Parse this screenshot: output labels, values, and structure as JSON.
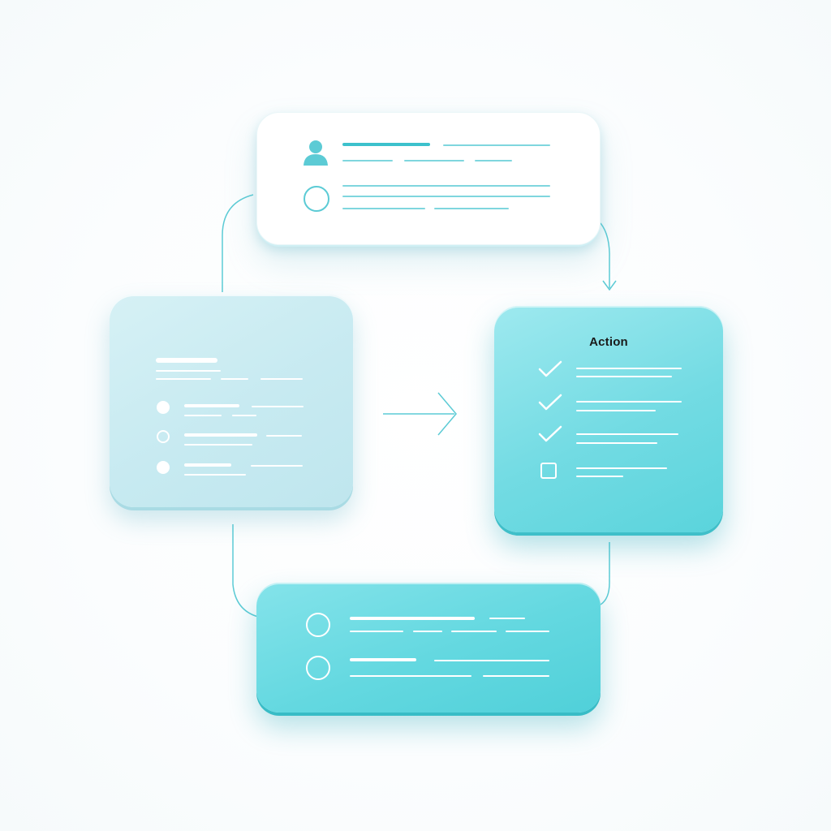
{
  "diagram": {
    "nodes": [
      {
        "id": "profile",
        "label": ""
      },
      {
        "id": "list",
        "label": ""
      },
      {
        "id": "action",
        "label": "Action"
      },
      {
        "id": "options",
        "label": ""
      }
    ],
    "edges": [
      {
        "from": "list",
        "to": "profile"
      },
      {
        "from": "profile",
        "to": "action"
      },
      {
        "from": "list",
        "to": "action"
      },
      {
        "from": "action",
        "to": "options"
      },
      {
        "from": "options",
        "to": "list"
      }
    ],
    "action_card": {
      "title": "Action",
      "items": [
        {
          "state": "checked"
        },
        {
          "state": "checked"
        },
        {
          "state": "checked"
        },
        {
          "state": "unchecked"
        }
      ]
    }
  },
  "colors": {
    "accent": "#3cc1cc",
    "connector": "#5ccbd5",
    "card_light": "#c7eaf1",
    "card_teal": "#72dbe3",
    "card_bottom": "#63d8e0",
    "text": "#1a1a1a"
  },
  "icons": {
    "profile": "user-avatar-icon",
    "radio": "radio-circle-icon",
    "check": "check-icon",
    "checkbox": "empty-checkbox-icon",
    "arrow": "arrow-right-icon"
  }
}
